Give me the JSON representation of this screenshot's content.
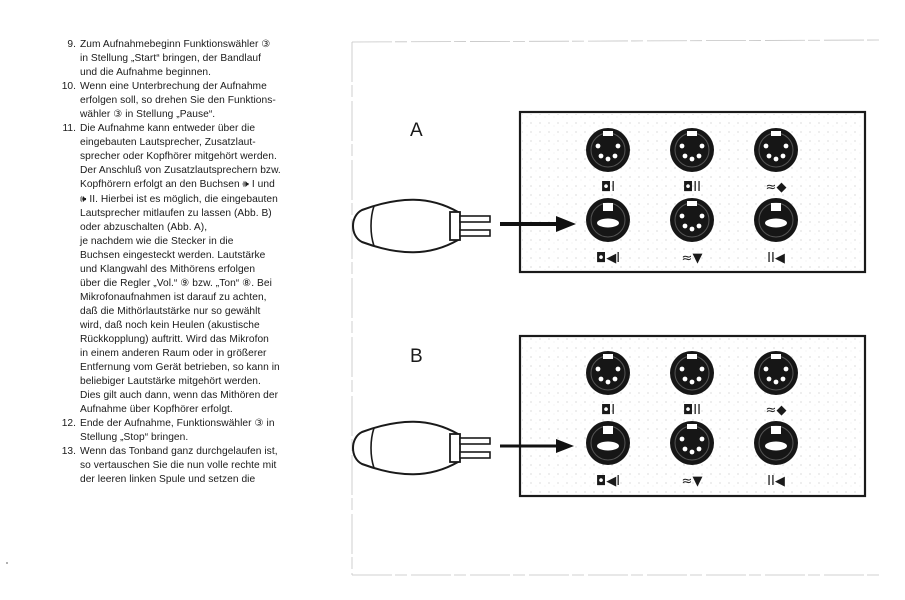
{
  "instructions": [
    {
      "num": "9.",
      "lines": [
        "Zum Aufnahmebeginn Funktionswähler ③",
        "in Stellung „Start“ bringen, der Bandlauf",
        "und die Aufnahme beginnen."
      ]
    },
    {
      "num": "10.",
      "lines": [
        "Wenn eine Unterbrechung der Aufnahme",
        "erfolgen soll, so drehen Sie den Funktions-",
        "wähler ③ in Stellung „Pause“."
      ]
    },
    {
      "num": "11.",
      "lines": [
        "Die Aufnahme kann entweder über die",
        "eingebauten Lautsprecher, Zusatzlaut-",
        "sprecher oder Kopfhörer mitgehört werden.",
        "Der Anschluß von Zusatzlautsprechern bzw.",
        "Kopfhörern erfolgt an den Buchsen 🕪 I und",
        "🕪 II. Hierbei ist es möglich, die eingebauten",
        "Lautsprecher mitlaufen zu lassen (Abb. B)",
        "oder abzuschalten (Abb. A),",
        "je nachdem wie die Stecker in die",
        "Buchsen eingesteckt werden. Lautstärke",
        "und Klangwahl des Mithörens erfolgen",
        "über die Regler „Vol.“ ⑨ bzw. „Ton“ ⑧. Bei",
        "Mikrofonaufnahmen ist darauf zu achten,",
        "daß die Mithörlautstärke nur so gewählt",
        "wird, daß noch kein Heulen (akustische",
        "Rückkopplung) auftritt. Wird das Mikrofon",
        "in einem anderen Raum oder in größerer",
        "Entfernung vom Gerät betrieben, so kann in",
        "beliebiger Lautstärke mitgehört werden.",
        "Dies gilt auch dann, wenn das Mithören der",
        "Aufnahme über Kopfhörer erfolgt."
      ]
    },
    {
      "num": "12.",
      "lines": [
        "Ende der Aufnahme, Funktionswähler ③ in",
        "Stellung „Stop“ bringen."
      ]
    },
    {
      "num": "13.",
      "lines": [
        "Wenn das Tonband ganz durchgelaufen ist,",
        "so vertauschen Sie die nun volle rechte mit",
        "der leeren linken Spule und setzen die"
      ]
    }
  ],
  "figure": {
    "panel_a": {
      "label": "A",
      "sockets_top": [
        "◘I",
        "◘II",
        "≈◆"
      ],
      "sockets_bottom": [
        "◘◀I",
        "≈▼",
        "II◀"
      ]
    },
    "panel_b": {
      "label": "B",
      "sockets_top": [
        "◘I",
        "◘II",
        "≈◆"
      ],
      "sockets_bottom": [
        "◘◀I",
        "≈▼",
        "II◀"
      ]
    }
  }
}
